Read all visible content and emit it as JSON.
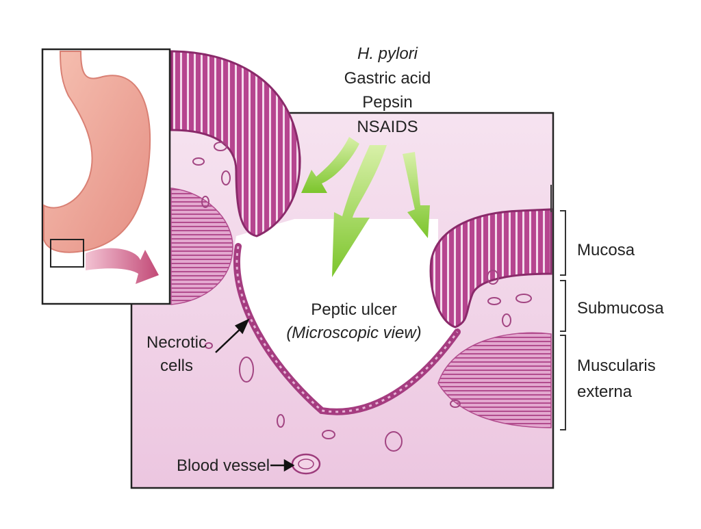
{
  "causes": {
    "line1": "H. pylori",
    "line2": "Gastric acid",
    "line3": "Pepsin",
    "line4": "NSAIDS"
  },
  "ulcer": {
    "title": "Peptic ulcer",
    "subtitle": "(Microscopic view)"
  },
  "labels": {
    "necrotic_line1": "Necrotic",
    "necrotic_line2": "cells",
    "blood_vessel": "Blood vessel"
  },
  "layers": {
    "mucosa": "Mucosa",
    "submucosa": "Submucosa",
    "muscularis_line1": "Muscularis",
    "muscularis_line2": "externa"
  },
  "colors": {
    "tissue_base": "#f1d6ea",
    "mucosa_fold": "#b6458f",
    "mucosa_dark": "#8a2a6a",
    "muscle": "#c86aa8",
    "arrow_green": "#8fd23a",
    "stomach": "#efa99a",
    "pointer_arrow": "#c9547e"
  }
}
